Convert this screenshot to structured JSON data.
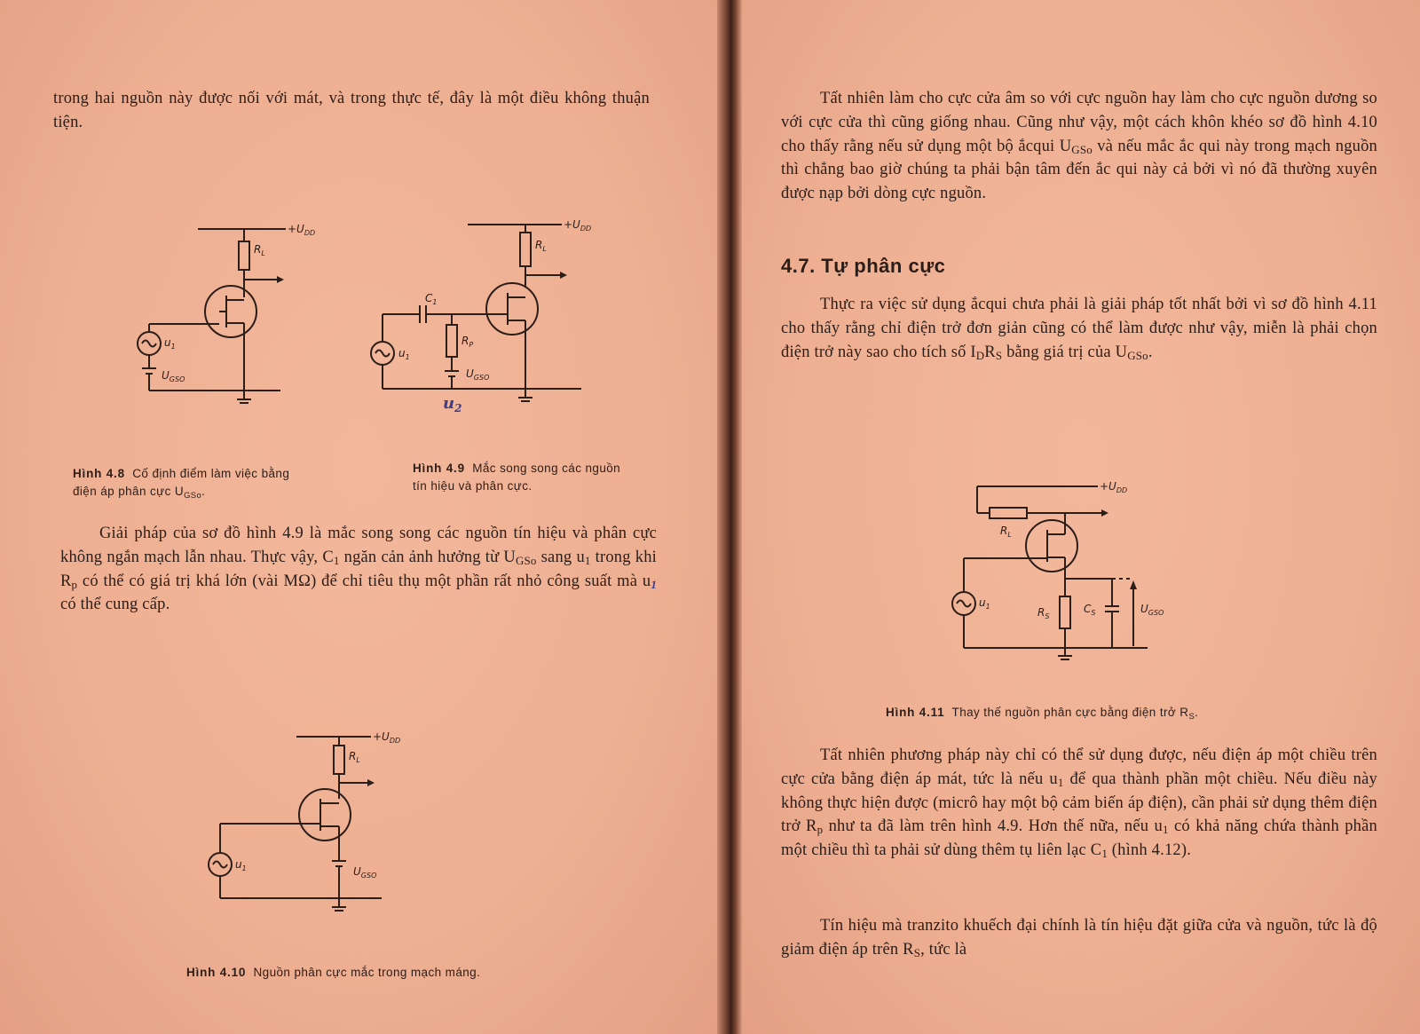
{
  "left_page": {
    "para_top": "trong hai nguồn này được nối với mát, và trong thực tế, đây là một điều không thuận tiện.",
    "fig_4_8": {
      "label_rl": "R",
      "label_rl_sub": "L",
      "label_udd": "+U",
      "label_udd_sub": "DD",
      "label_u1": "u",
      "label_u1_sub": "1",
      "label_ugso": "U",
      "label_ugso_sub": "GSO",
      "caption_num": "Hình 4.8",
      "caption_text": "Cố định điểm làm việc bằng điện áp phân cực U",
      "caption_sub": "GSo",
      "caption_end": "."
    },
    "fig_4_9": {
      "label_c1": "C",
      "label_c1_sub": "1",
      "label_rp": "R",
      "label_rp_sub": "P",
      "label_rl": "R",
      "label_rl_sub": "L",
      "label_udd": "+U",
      "label_udd_sub": "DD",
      "label_u1": "u",
      "label_u1_sub": "1",
      "label_ugso": "U",
      "label_ugso_sub": "GSO",
      "hand_note": "u",
      "hand_note_sub": "2",
      "caption_num": "Hình 4.9",
      "caption_text": "Mắc song song các nguồn tín hiệu và phân cực."
    },
    "para_mid": {
      "t1": "Giải pháp của sơ đồ hình 4.9 là mắc song song các nguồn tín hiệu và phân cực không ngắn mạch lẫn nhau. Thực vậy, C",
      "s1": "1",
      "t2": " ngăn cản ảnh hưởng từ U",
      "s2": "GSo",
      "t3": " sang u",
      "s3": "1",
      "t4": " trong khi R",
      "s4": "p",
      "t5": " có thể có giá trị khá lớn (vài MΩ) để chỉ tiêu thụ một phần rất nhỏ công suất mà u",
      "s5": "1",
      "t6": " có thể cung cấp."
    },
    "fig_4_10": {
      "label_rl": "R",
      "label_rl_sub": "L",
      "label_udd": "+U",
      "label_udd_sub": "DD",
      "label_u1": "u",
      "label_u1_sub": "1",
      "label_ugso": "U",
      "label_ugso_sub": "GSO",
      "caption_num": "Hình 4.10",
      "caption_text": "Nguồn phân cực mắc trong mạch máng."
    }
  },
  "right_page": {
    "para_top": "Tất nhiên làm cho cực cửa âm so với cực nguồn hay làm cho cực nguồn dương so với cực cửa thì cũng giống nhau. Cũng như vậy, một cách khôn khéo sơ đồ hình 4.10 cho thấy rằng nếu sử dụng một bộ ắcqui U",
    "para_top_sub": "GSo",
    "para_top_rest": " và nếu mắc ắc qui này trong mạch nguồn thì chẳng bao giờ chúng ta phải bận tâm đến ắc qui này cả bởi vì nó đã thường xuyên được nạp bởi dòng cực nguồn.",
    "section_heading": "4.7. Tự phân cực",
    "para_47": {
      "t1": "Thực ra việc sử dụng ắcqui chưa phải là giải pháp tốt nhất bởi vì sơ đồ hình 4.11 cho thấy rằng chỉ điện trở đơn giản cũng có thể làm được như vậy, miễn là phải chọn điện trở này sao cho tích số I",
      "s1": "D",
      "t2": "R",
      "s2": "S",
      "t3": " bằng giá trị của U",
      "s3": "GSo",
      "t4": "."
    },
    "fig_4_11": {
      "label_rl": "R",
      "label_rl_sub": "L",
      "label_udd": "+U",
      "label_udd_sub": "DD",
      "label_u1": "u",
      "label_u1_sub": "1",
      "label_rs": "R",
      "label_rs_sub": "S",
      "label_cs": "C",
      "label_cs_sub": "S",
      "label_ugso": "U",
      "label_ugso_sub": "GSO",
      "caption_num": "Hình 4.11",
      "caption_text": "Thay thế nguồn phân cực bằng điện trở R",
      "caption_sub": "S",
      "caption_end": "."
    },
    "para_mid": {
      "t1": "Tất nhiên phương pháp này chỉ có thể sử dụng được, nếu điện áp một chiều trên cực cửa bằng điện áp mát, tức là nếu u",
      "s1": "1",
      "t2": " để qua thành phần một chiều. Nếu điều này không thực hiện được (micrô hay một bộ cảm biến áp điện), cần phải sử dụng thêm điện trở R",
      "s2": "p",
      "t3": " như ta đã làm trên hình 4.9. Hơn thế nữa, nếu u",
      "s3": "1",
      "t4": " có khả năng chứa thành phần một chiều thì ta phải sử dùng thêm tụ liên lạc C",
      "s4": "1",
      "t5": " (hình 4.12)."
    },
    "para_bottom": {
      "t1": "Tín hiệu mà tranzito khuếch đại chính là tín hiệu đặt giữa cửa và nguồn, tức là độ giảm điện áp trên R",
      "s1": "S",
      "t2": ", tức là"
    }
  }
}
